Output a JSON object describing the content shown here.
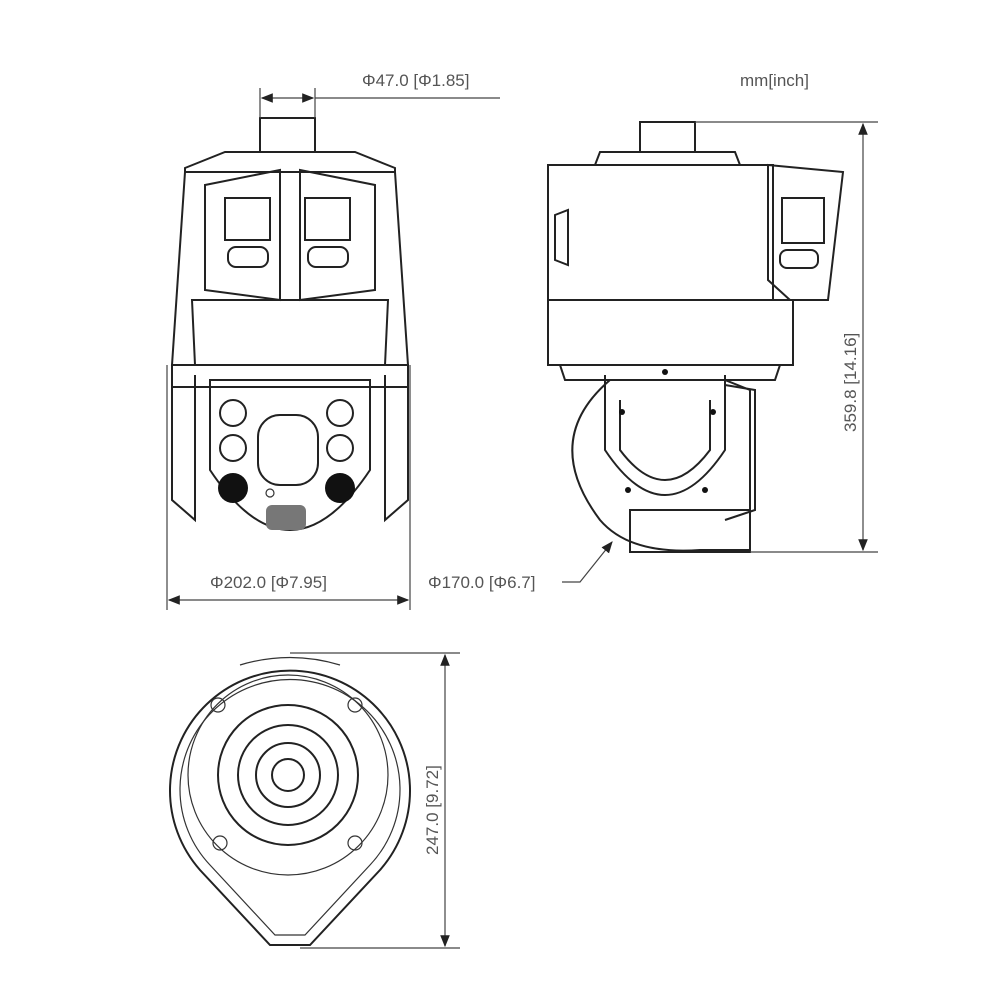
{
  "units": "mm[inch]",
  "dimensions": {
    "mount_diameter": "Φ47.0 [Φ1.85]",
    "body_diameter": "Φ202.0 [Φ7.95]",
    "dome_diameter": "Φ170.0 [Φ6.7]",
    "total_height": "359.8 [14.16]",
    "bottom_depth": "247.0 [9.72]"
  }
}
